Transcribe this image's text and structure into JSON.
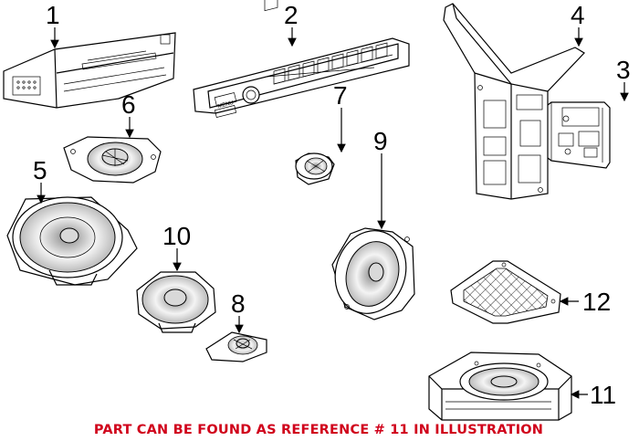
{
  "callouts": {
    "c1": "1",
    "c2": "2",
    "c3": "3",
    "c4": "4",
    "c5": "5",
    "c6": "6",
    "c7": "7",
    "c8": "8",
    "c9": "9",
    "c10": "10",
    "c11": "11",
    "c12": "12"
  },
  "note": "PART CAN BE FOUND AS REFERENCE # 11 IN ILLUSTRATION",
  "control_panel_label": "MENU",
  "colors": {
    "note": "#d0021b",
    "line": "#000000"
  }
}
